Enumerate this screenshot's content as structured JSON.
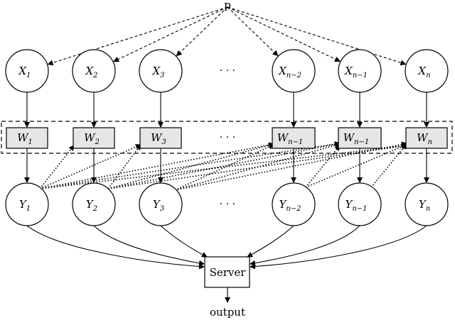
{
  "diagram": {
    "source_label": "p",
    "server_label": "Server",
    "output_label": "output",
    "ellipsis": "· · ·",
    "x_nodes": [
      {
        "base": "X",
        "sub": "1"
      },
      {
        "base": "X",
        "sub": "2"
      },
      {
        "base": "X",
        "sub": "3"
      },
      {
        "base": "X",
        "sub": "n−2"
      },
      {
        "base": "X",
        "sub": "n−1"
      },
      {
        "base": "X",
        "sub": "n"
      }
    ],
    "w_nodes": [
      {
        "base": "W",
        "sub": "1"
      },
      {
        "base": "W",
        "sub": "2"
      },
      {
        "base": "W",
        "sub": "3"
      },
      {
        "base": "W",
        "sub": "n−1"
      },
      {
        "base": "W",
        "sub": "n−1"
      },
      {
        "base": "W",
        "sub": "n"
      }
    ],
    "y_nodes": [
      {
        "base": "Y",
        "sub": "1"
      },
      {
        "base": "Y",
        "sub": "2"
      },
      {
        "base": "Y",
        "sub": "3"
      },
      {
        "base": "Y",
        "sub": "n−2"
      },
      {
        "base": "Y",
        "sub": "n−1"
      },
      {
        "base": "Y",
        "sub": "n"
      }
    ],
    "colors": {
      "stroke": "#000000",
      "box_fill": "#e6e6e6",
      "node_fill": "#ffffff"
    }
  }
}
